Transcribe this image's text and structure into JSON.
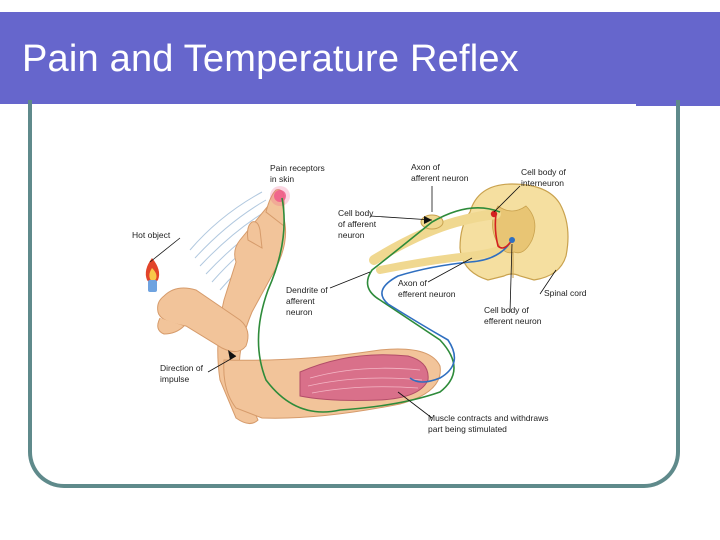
{
  "slide": {
    "title": "Pain and Temperature Reflex"
  },
  "diagram": {
    "labels": {
      "pain_receptors": [
        "Pain receptors",
        "in skin"
      ],
      "hot_object": [
        "Hot object"
      ],
      "direction_of_impulse": [
        "Direction of",
        "impulse"
      ],
      "axon_afferent": [
        "Axon of",
        "afferent neuron"
      ],
      "cell_body_interneuron": [
        "Cell body of",
        "interneuron"
      ],
      "cell_body_afferent": [
        "Cell body",
        "of afferent",
        "neuron"
      ],
      "dendrite_afferent": [
        "Dendrite of",
        "afferent",
        "neuron"
      ],
      "axon_efferent": [
        "Axon of",
        "efferent neuron"
      ],
      "spinal_cord": [
        "Spinal cord"
      ],
      "cell_body_efferent": [
        "Cell body of",
        "efferent neuron"
      ],
      "muscle_contracts": [
        "Muscle contracts and withdraws",
        "part being stimulated"
      ]
    }
  },
  "colors": {
    "title_bar": "#6666cc",
    "frame": "#5f8a8b",
    "afferent_nerve": "#2e8b3a",
    "efferent_nerve": "#2f6fc0",
    "interneuron": "#d42020",
    "skin": "#f2c49a",
    "muscle": "#d9708a",
    "spinal_cord": "#f5dfa0"
  }
}
